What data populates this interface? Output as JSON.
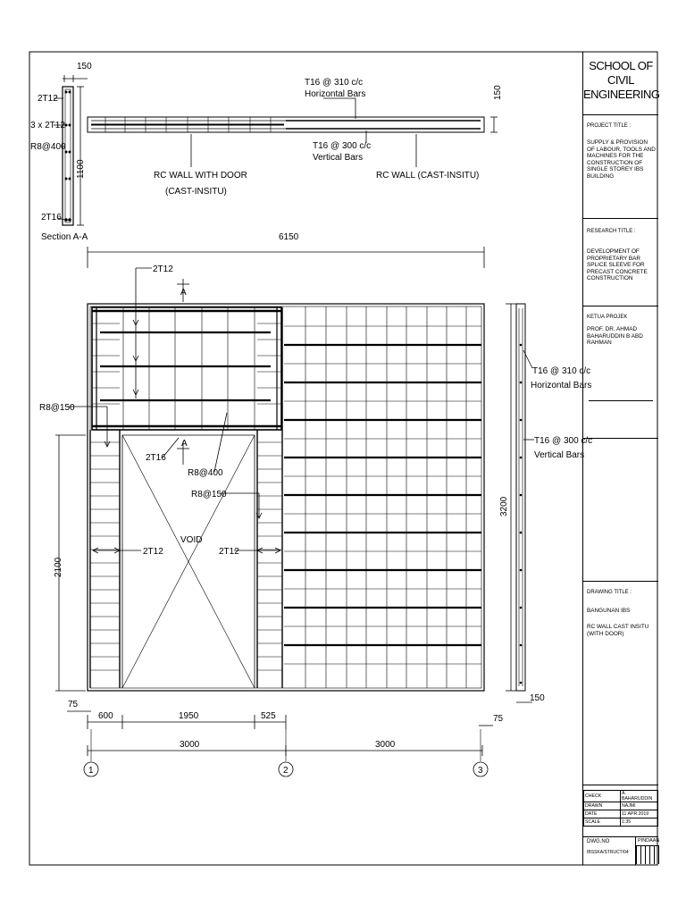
{
  "sheet": {
    "line_color": "#000000",
    "background": "#ffffff"
  },
  "section_aa": {
    "dim_width": "150",
    "dim_height": "1100",
    "label_top_bars": "2T12",
    "label_mid_bars": "3 x 2T12",
    "label_links": "R8@400",
    "label_bottom_bars": "2T16",
    "caption": "Section A-A"
  },
  "plan_view": {
    "label_horizontal_bars": "T16 @ 310 c/c",
    "label_horizontal_bars_2": "Horizontal Bars",
    "label_vertical_bars": "T16 @ 300 c/c",
    "label_vertical_bars_2": "Vertical Bars",
    "label_wall_door": "RC WALL WITH DOOR",
    "label_wall_door_2": "(CAST-INSITU)",
    "label_wall_plain": "RC WALL  (CAST-INSITU)",
    "dim_thickness": "150"
  },
  "elevation": {
    "dim_total_width": "6150",
    "dim_height_total": "3200",
    "dim_door_height": "2100",
    "dim_left_offset": "75",
    "dim_right_offset": "75",
    "dim_jamb_left": "600",
    "dim_door_width": "1950",
    "dim_jamb_right": "525",
    "dim_bay_1": "3000",
    "dim_bay_2": "3000",
    "dim_side_thickness": "150",
    "label_lintel_top": "2T12",
    "section_marker": "A",
    "label_r8_150_left": "R8@150",
    "label_2t16": "2T16",
    "label_r8_400": "R8@400",
    "label_r8_150_mid": "R8@150",
    "label_2t12_left": "2T12",
    "label_2t12_right": "2T12",
    "label_void": "VOID",
    "side_h_bars": "T16 @ 310 c/c",
    "side_h_bars_2": "Horizontal Bars",
    "side_v_bars": "T16 @ 300 c/c",
    "side_v_bars_2": "Vertical Bars",
    "gridlines": [
      "1",
      "2",
      "3"
    ]
  },
  "title_block": {
    "school_line1": "SCHOOL OF",
    "school_line2": "CIVIL ENGINEERING",
    "project_title_label": "PROJECT TITLE :",
    "project_title": "SUPPLY & PROVISION OF LABOUR, TOOLS AND MACHINES FOR THE CONSTRUCTION OF SINGLE STOREY IBS BUILDING",
    "research_title_label": "RESEARCH TITLE :",
    "research_title": "DEVELOPMENT OF PROPRIETARY BAR SPLICE SLEEVE FOR PRECAST CONCRETE CONSTRUCTION",
    "ketua_label": "KETUA PROJEK",
    "ketua_name": "PROF. DR. AHMAD BAHARUDDIN B ABD RAHMAN",
    "drawing_title_label": "DRAWING TITLE :",
    "drawing_title_1": "BANGUNAN IBS",
    "drawing_title_2": "RC WALL CAST INSITU (WITH DOOR)",
    "rows": [
      {
        "label": "CHECK",
        "value": "A. BAHARUDDIN"
      },
      {
        "label": "DRAWN",
        "value": "NAJMI"
      },
      {
        "label": "DATE",
        "value": "11 APR 2019"
      },
      {
        "label": "SCALE",
        "value": "1:35"
      }
    ],
    "dwg_no_label": "DWG.NO",
    "dwg_no": "IBSSKA/STRUCT/04",
    "pindaan_label": "PINDAAN"
  }
}
